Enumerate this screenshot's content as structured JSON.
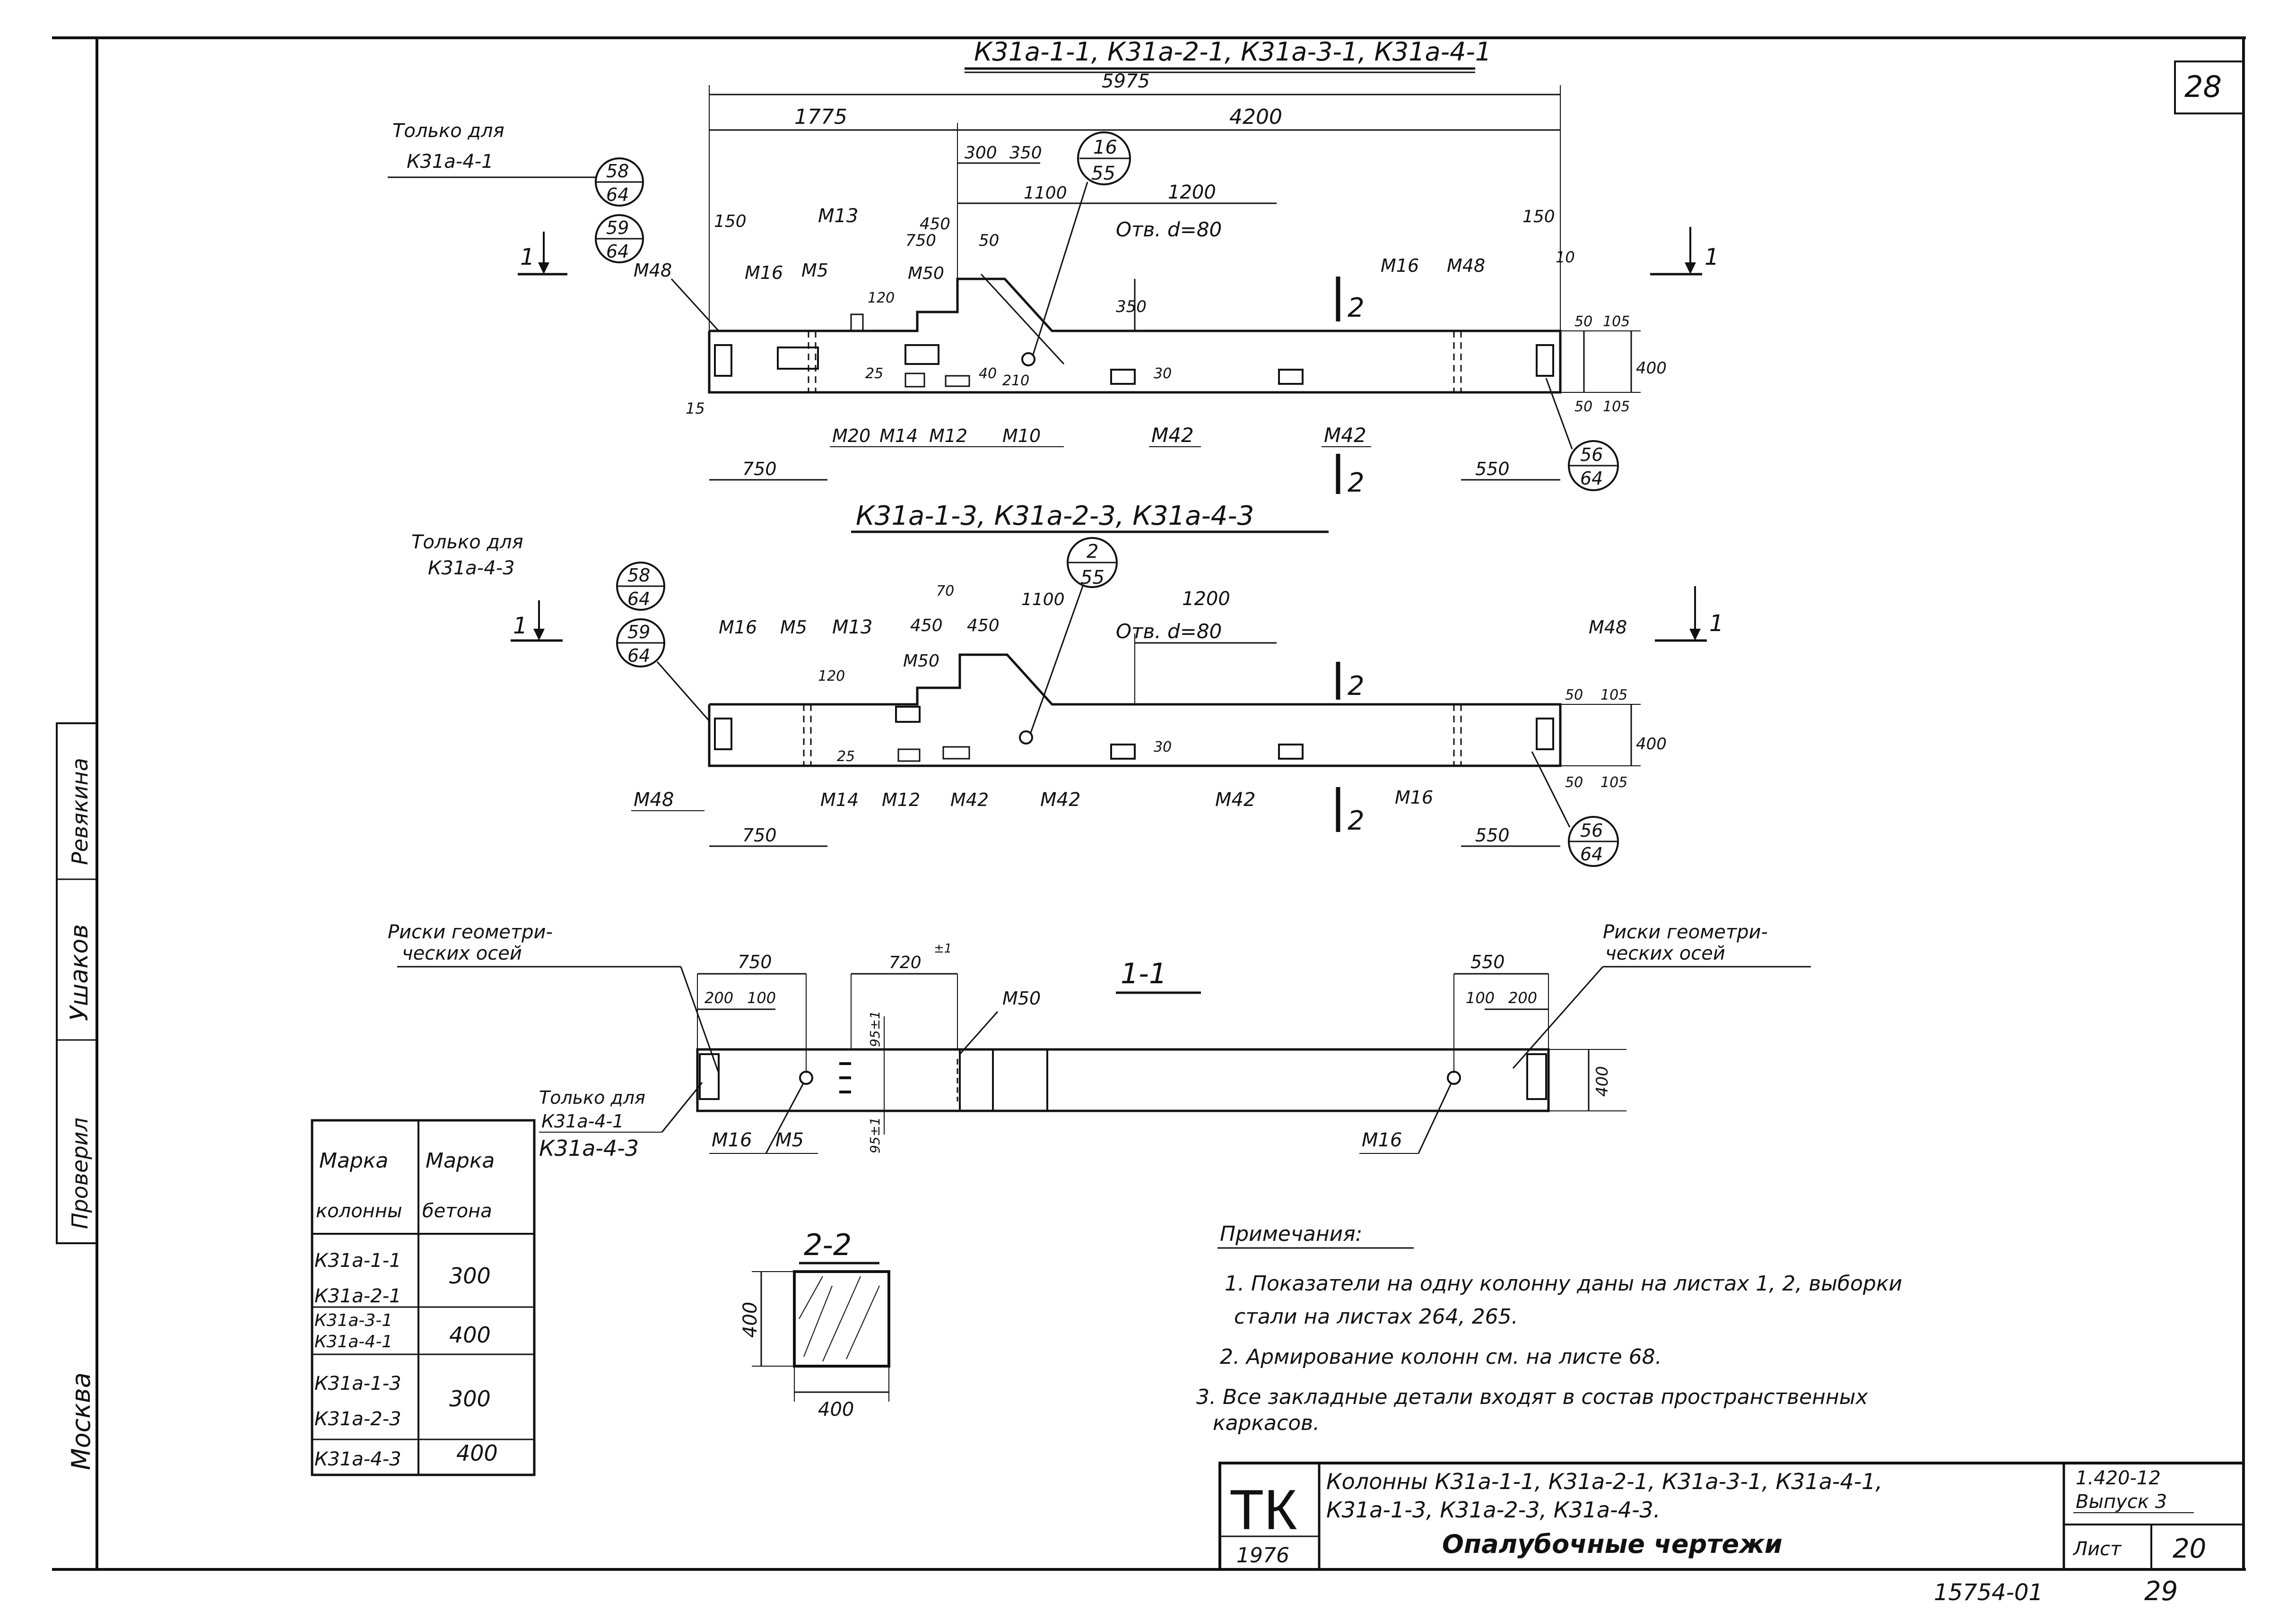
{
  "page_number": "28",
  "elevation1": {
    "title": "К31а-1-1, К31а-2-1, К31а-3-1, К31а-4-1",
    "dims": {
      "total": "5975",
      "d1775": "1775",
      "d4200": "4200",
      "d300": "300",
      "d350": "350",
      "d1100": "1100",
      "d1200": "1200",
      "d150a": "150",
      "d150b": "150",
      "d450": "450",
      "d750": "750",
      "d50": "50",
      "d120": "120",
      "d350v": "350",
      "d10": "10",
      "d50r": "50",
      "d105": "105",
      "d400v": "400",
      "d50b": "50",
      "d105b": "105",
      "d25": "25",
      "d40": "40",
      "d210": "210",
      "d30": "30",
      "d15": "15",
      "d750b": "750",
      "d550": "550"
    },
    "hole": "Отв. d=80",
    "marks": {
      "m48l": "М48",
      "m16l": "М16",
      "m5": "М5",
      "m13": "М13",
      "m50": "М50",
      "m16r": "М16",
      "m48r": "М48",
      "m20": "М20",
      "m14": "М14",
      "m12": "М12",
      "m10": "М10",
      "m42a": "М42",
      "m42b": "М42"
    },
    "only_for_line1": "Только для",
    "only_for_line2": "К31а-4-1",
    "section_mark": "2",
    "cut_mark": "1",
    "bubbles": {
      "b1t": "58",
      "b1b": "64",
      "b2t": "59",
      "b2b": "64",
      "b3t": "16",
      "b3b": "55",
      "b4t": "56",
      "b4b": "64"
    }
  },
  "elevation2": {
    "title": "К31а-1-3, К31а-2-3, К31а-4-3",
    "dims": {
      "d70": "70",
      "d1100": "1100",
      "d1200": "1200",
      "d450": "450",
      "d450b": "450",
      "d120": "120",
      "d25": "25",
      "d30": "30",
      "d50": "50",
      "d105": "105",
      "d400v": "400",
      "d50b": "50",
      "d105b": "105",
      "d750": "750",
      "d550": "550"
    },
    "hole": "Отв. d=80",
    "marks": {
      "m16a": "М16",
      "m5": "М5",
      "m13": "М13",
      "m50": "М50",
      "m48r": "М48",
      "m48l": "М48",
      "m14": "М14",
      "m12": "М12",
      "m42a": "М42",
      "m42b": "М42",
      "m42c": "М42",
      "m16b": "М16"
    },
    "only_for_line1": "Только для",
    "only_for_line2": "К31а-4-3",
    "section_mark": "2",
    "cut_mark": "1",
    "bubbles": {
      "b1t": "58",
      "b1b": "64",
      "b2t": "59",
      "b2b": "64",
      "b3t": "2",
      "b3b": "55",
      "b4t": "56",
      "b4b": "64"
    }
  },
  "section11": {
    "title": "1-1",
    "risks_left_1": "Риски геометри-",
    "risks_left_2": "ческих осей",
    "risks_right_1": "Риски геометри-",
    "risks_right_2": "ческих осей",
    "dims": {
      "d750": "750",
      "d200": "200",
      "d100": "100",
      "d720": "720",
      "d720tol": "±1",
      "d95a": "95±1",
      "d95b": "95±1",
      "d550": "550",
      "d100r": "100",
      "d200r": "200",
      "d400": "400"
    },
    "marks": {
      "m50": "М50",
      "m16a": "М16",
      "m5": "М5",
      "m16b": "М16"
    },
    "only_for_line1": "Только для",
    "only_for_line2": "К31а-4-1",
    "only_for_line3": "К31а-4-3"
  },
  "section22": {
    "title": "2-2",
    "dim_v": "400",
    "dim_h": "400"
  },
  "concrete_table": {
    "header_col1_line1": "Марка",
    "header_col1_line2": "колонны",
    "header_col2_line1": "Марка",
    "header_col2_line2": "бетона",
    "rows": [
      {
        "marks": [
          "К31а-1-1",
          "К31а-2-1"
        ],
        "concrete": "300"
      },
      {
        "marks": [
          "К31а-3-1",
          "К31а-4-1"
        ],
        "concrete": "400"
      },
      {
        "marks": [
          "К31а-1-3",
          "К31а-2-3"
        ],
        "concrete": "300"
      },
      {
        "marks": [
          "К31а-4-3"
        ],
        "concrete": "400"
      }
    ]
  },
  "notes": {
    "heading": "Примечания:",
    "n1_line1": "1. Показатели на одну колонну даны на листах 1, 2, выборки",
    "n1_line2": "стали на листах 264, 265.",
    "n2": "2. Армирование колонн см. на листе 68.",
    "n3_line1": "3. Все закладные детали входят в состав пространственных",
    "n3_line2": "каркасов."
  },
  "side_stamp": {
    "checked": "Проверил",
    "sig1": "Ушаков",
    "executor": "Ревякина",
    "city": "Москва"
  },
  "title_block": {
    "logo": "ТК",
    "year": "1976",
    "title_line1": "Колонны К31а-1-1, К31а-2-1, К31а-3-1, К31а-4-1,",
    "title_line2": "К31а-1-3, К31а-2-3, К31а-4-3.",
    "title_line3": "Опалубочные чертежи",
    "series": "1.420-12",
    "issue": "Выпуск 3",
    "sheet_label": "Лист",
    "sheet_no": "20"
  },
  "footer": {
    "archive": "15754-01",
    "page": "29"
  }
}
